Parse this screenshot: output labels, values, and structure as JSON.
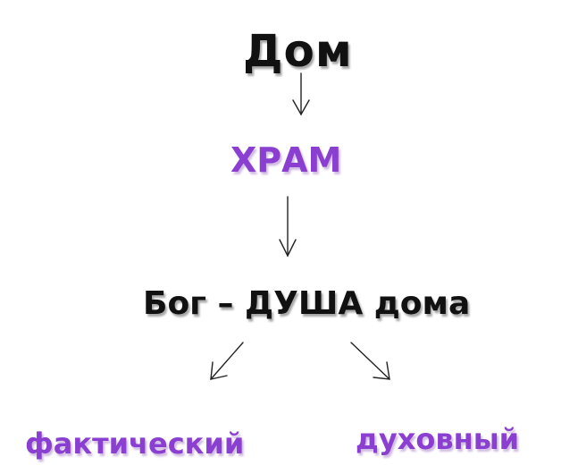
{
  "nodes": {
    "dom": "Дом",
    "hram": "ХРАМ",
    "bog": "Бог – ДУША дома",
    "fakticheskiy": "фактический",
    "duhovnyy": "духовный"
  },
  "colors": {
    "black_text": "#111111",
    "purple_text": "#8a3fd1",
    "arrow": "#222222"
  }
}
